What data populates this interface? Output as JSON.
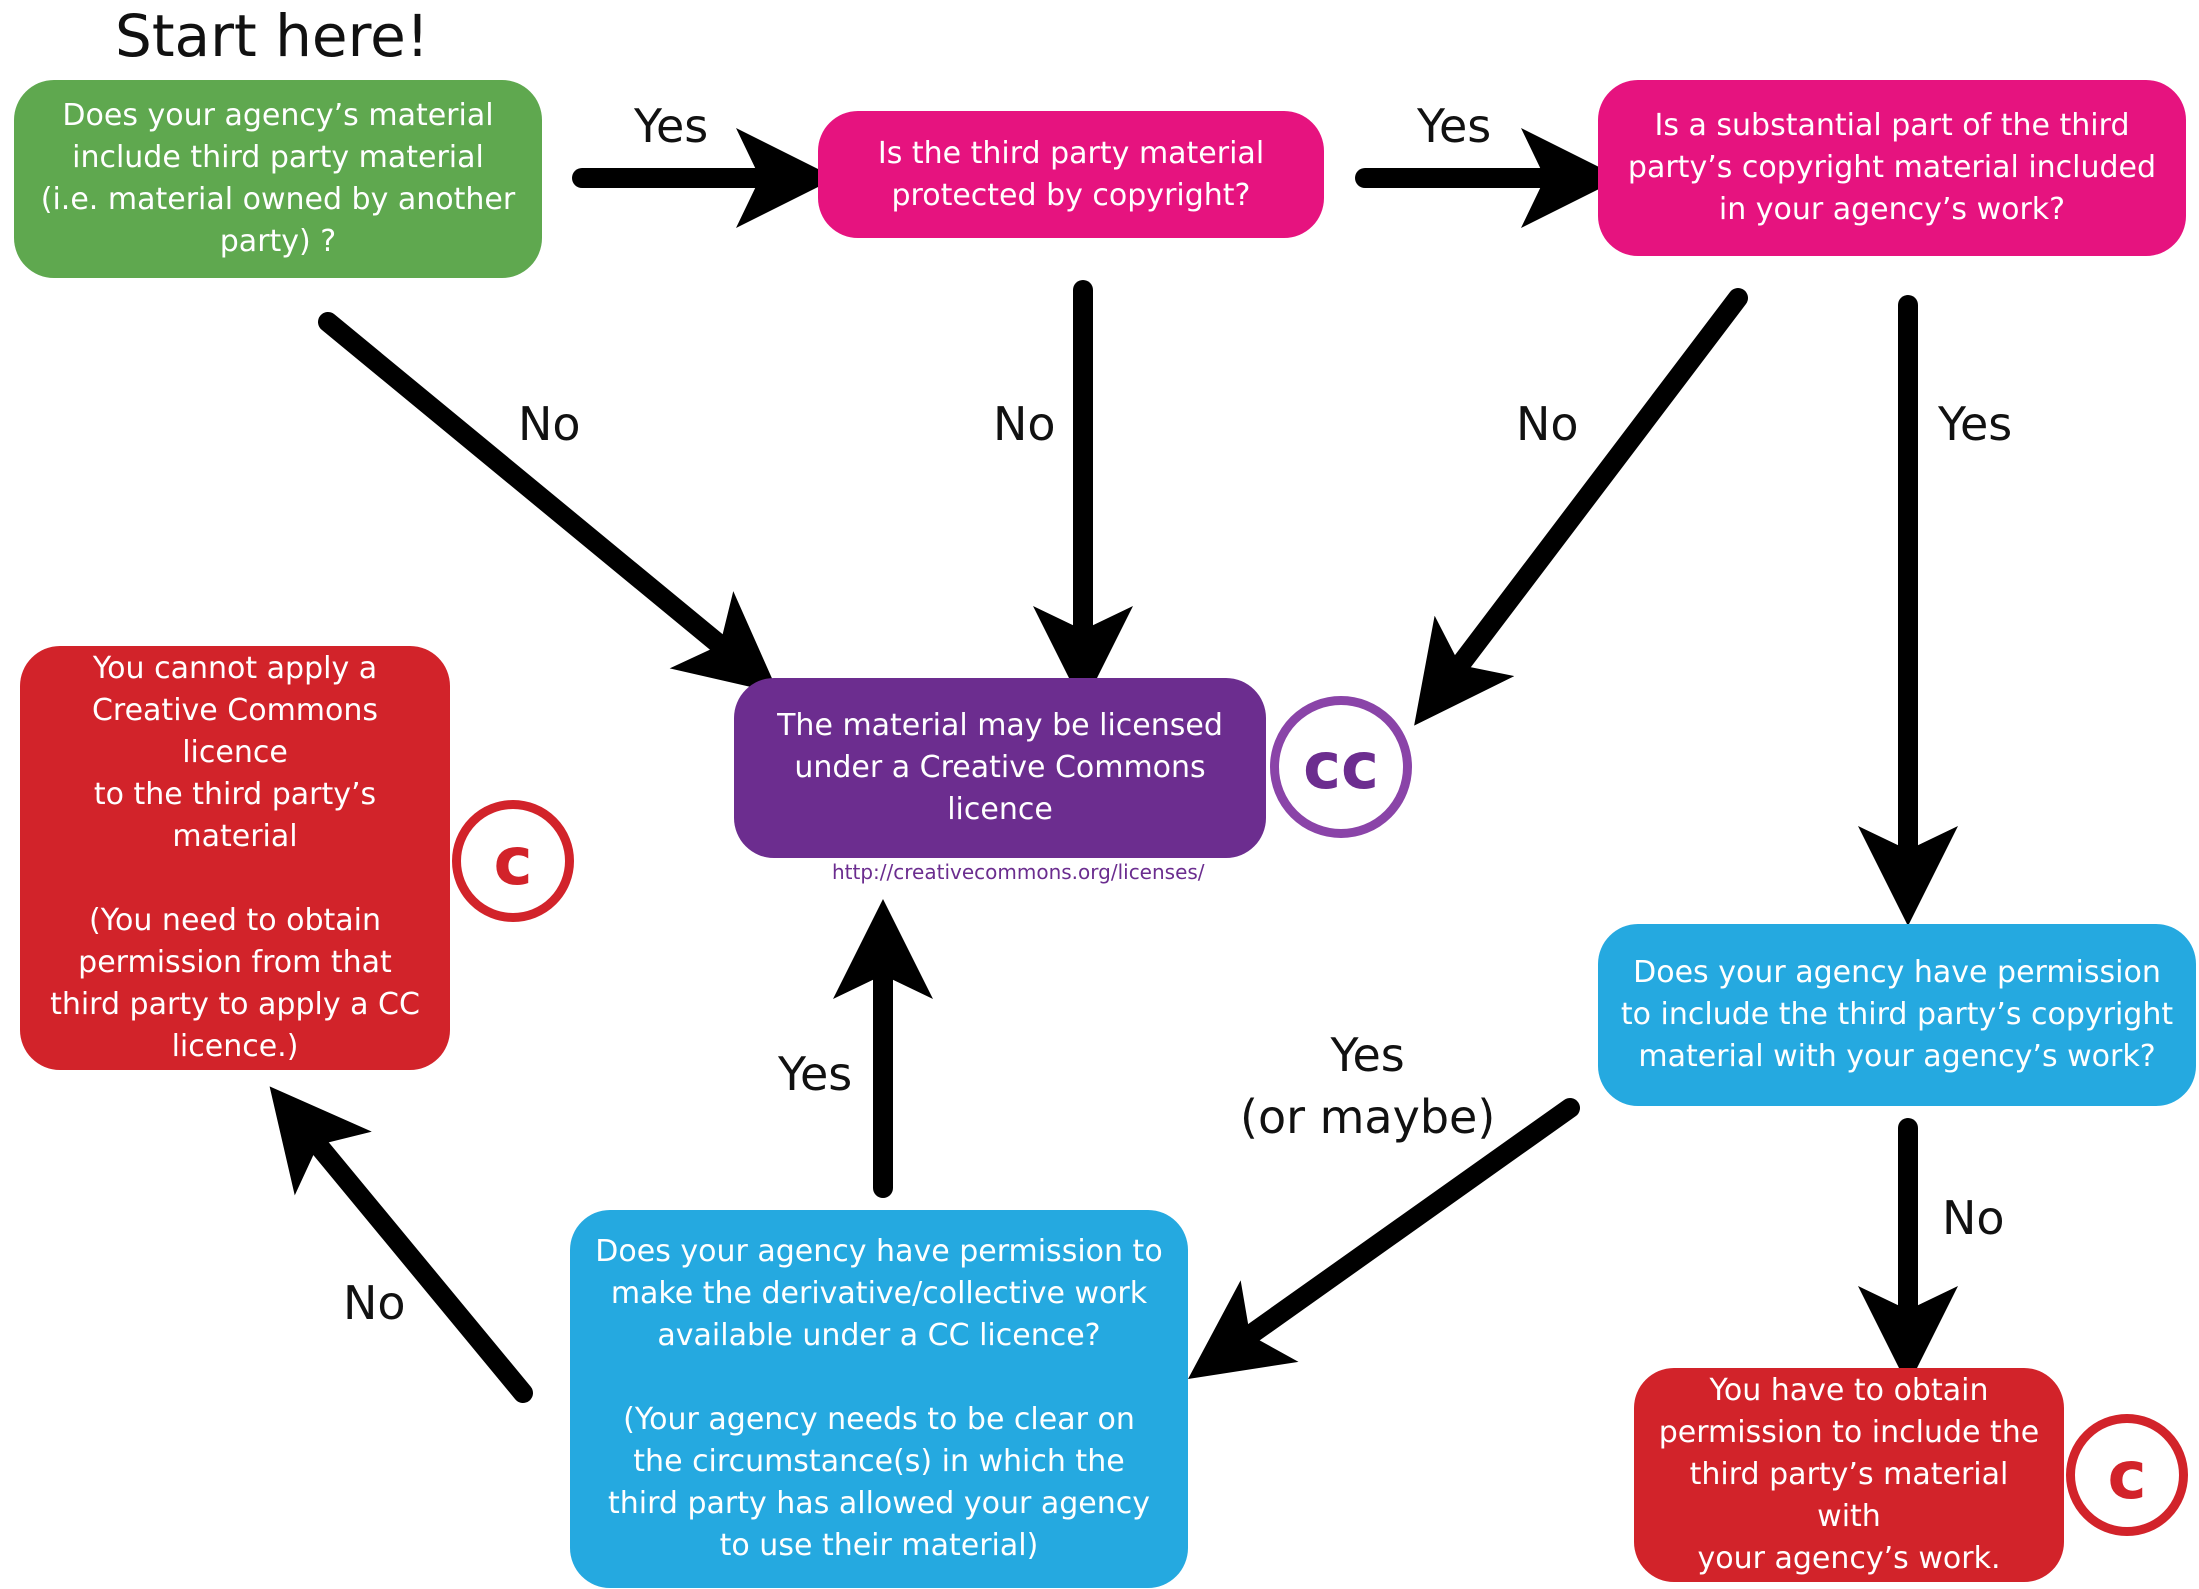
{
  "title": "Start here!",
  "nodes": {
    "q1": "Does your agency’s material\ninclude third party material\n(i.e. material owned by another\nparty) ?",
    "q2": "Is the third party material\nprotected by copyright?",
    "q3": "Is a substantial part of the third\nparty’s copyright material included\nin your agency’s work?",
    "cc_result": "The material may be licensed\nunder a Creative Commons\nlicence",
    "cannot": "You cannot apply a\nCreative Commons licence\nto the third party’s\nmaterial\n\n(You need to obtain\npermission from that\nthird party to apply a CC\nlicence.)",
    "q4": "Does your agency have permission\nto include the third party’s copyright\nmaterial with your agency’s work?",
    "q5": "Does your agency have permission to\nmake the derivative/collective work\navailable under a CC licence?\n\n(Your agency needs to be clear on\nthe circumstance(s) in which the\nthird party has allowed your agency\nto use their material)",
    "obtain": "You have to obtain\npermission to include the\nthird party’s material with\nyour agency’s work."
  },
  "url": "http://creativecommons.org/licenses/",
  "edge_labels": {
    "q1_yes": "Yes",
    "q2_yes": "Yes",
    "q1_no": "No",
    "q2_no": "No",
    "q3_no": "No",
    "q3_yes": "Yes",
    "q4_yes": "Yes\n(or maybe)",
    "q4_no": "No",
    "q5_yes": "Yes",
    "q5_no": "No"
  },
  "badges": {
    "cc": "cc",
    "copyright1": "c",
    "copyright2": "c"
  },
  "colors": {
    "green": "#5fa84f",
    "magenta": "#e6137f",
    "purple": "#6c2d8f",
    "red": "#d2232a",
    "blue": "#25a9e0"
  }
}
